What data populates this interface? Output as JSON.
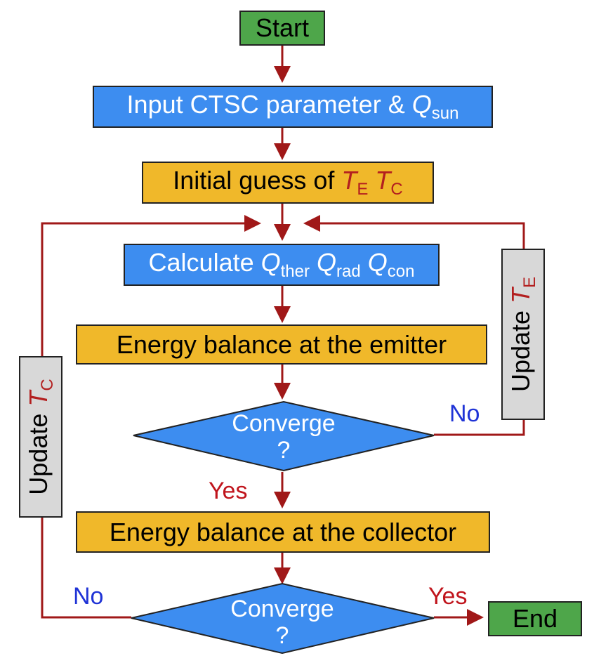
{
  "nodes": {
    "start": "Start",
    "input": {
      "text": "Input CTSC parameter & ",
      "var": "Q",
      "sub": "sun"
    },
    "guess": {
      "text": "Initial guess of ",
      "v1": "T",
      "s1": "E",
      "v2": "T",
      "s2": "C"
    },
    "calculate": {
      "text": "Calculate ",
      "v1": "Q",
      "s1": "ther",
      "v2": "Q",
      "s2": "rad",
      "v3": "Q",
      "s3": "con"
    },
    "emitter": "Energy balance at the emitter",
    "converge1": {
      "line1": "Converge",
      "line2": "?"
    },
    "collector": "Energy balance at the collector",
    "converge2": {
      "line1": "Converge",
      "line2": "?"
    },
    "end": "End",
    "update_te": {
      "text": "Update ",
      "var": "T",
      "sub": "E"
    },
    "update_tc": {
      "text": "Update ",
      "var": "T",
      "sub": "C"
    }
  },
  "labels": {
    "no1": "No",
    "yes1": "Yes",
    "no2": "No",
    "yes2": "Yes"
  },
  "colors": {
    "arrow": "#a01818",
    "green": "#4ea64a",
    "blue": "#3d8df0",
    "yellow": "#f0b82a",
    "gray": "#d8d8d8",
    "no": "#1f33d6",
    "yes": "#c0141c"
  }
}
